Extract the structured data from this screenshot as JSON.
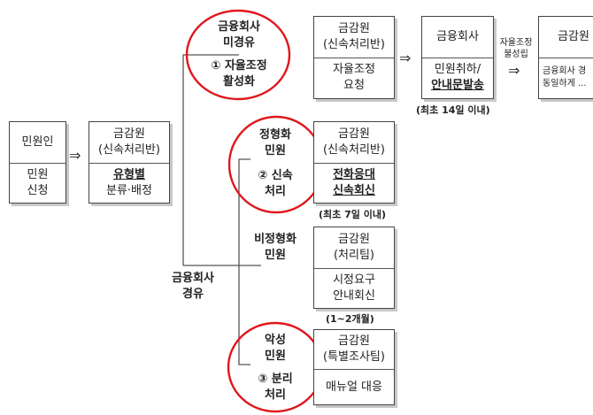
{
  "arrow_glyph": "⇒",
  "complainant": {
    "title": "민원인",
    "body": [
      "민원",
      "신청"
    ]
  },
  "fss_intake": {
    "title": [
      "금감원",
      "(신속처리반)"
    ],
    "body_lines": [
      "유형별",
      "분류·배정"
    ]
  },
  "branch_self": {
    "label": [
      "금융회사",
      "미경유"
    ],
    "step": [
      "① 자율조정",
      "활성화"
    ],
    "fss_box": {
      "title": [
        "금감원",
        "(신속처리반)"
      ],
      "body": [
        "자율조정",
        "요청"
      ]
    },
    "company_box": {
      "title": "금융회사",
      "body": [
        "민원취하/",
        "안내문발송"
      ]
    },
    "note": "(최초 14일 이내)",
    "side_label": [
      "자율조정",
      "불성립"
    ],
    "final_box": {
      "title": "금감원",
      "body": [
        "금융회사 경",
        "동일하게 ..."
      ]
    }
  },
  "branch_standard": {
    "label": [
      "정형화",
      "민원"
    ],
    "step": [
      "② 신속",
      "처리"
    ],
    "fss_box": {
      "title": [
        "금감원",
        "(신속처리반)"
      ],
      "body": [
        "전화응대",
        "신속회신"
      ]
    },
    "note": "(최초 7일 이내)"
  },
  "branch_nonstandard": {
    "label": [
      "비정형화",
      "민원"
    ],
    "fss_box": {
      "title": [
        "금감원",
        "(처리팀)"
      ],
      "body": [
        "시정요구",
        "안내회신"
      ]
    },
    "note": "(1~2개월)"
  },
  "via_company_label": [
    "금융회사",
    "경유"
  ],
  "branch_malicious": {
    "label": [
      "악성",
      "민원"
    ],
    "step": [
      "③ 분리",
      "처리"
    ],
    "fss_box": {
      "title": [
        "금감원",
        "(특별조사팀)"
      ],
      "body": "매뉴얼 대응"
    }
  },
  "highlight_color": "#e0161c"
}
